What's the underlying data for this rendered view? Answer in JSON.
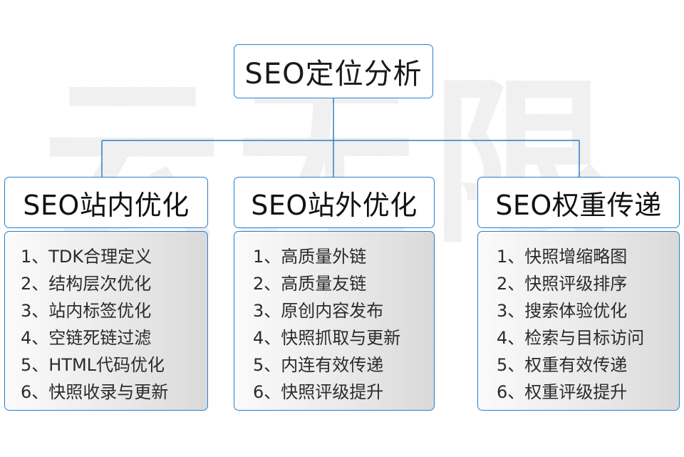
{
  "theme": {
    "border_blue": "#2a7fc9",
    "text_dark": "#1a1a1a",
    "panel_gradient_start": "#fbfbfb",
    "panel_gradient_end": "#d9d9d9",
    "background": "#ffffff",
    "watermark_color": "#ededed"
  },
  "watermark": {
    "text": "云无限"
  },
  "root": {
    "title": "SEO定位分析"
  },
  "columns": [
    {
      "header": "SEO站内优化",
      "items": [
        "1、TDK合理定义",
        "2、结构层次优化",
        "3、站内标签优化",
        "4、空链死链过滤",
        "5、HTML代码优化",
        "6、快照收录与更新"
      ]
    },
    {
      "header": "SEO站外优化",
      "items": [
        "1、高质量外链",
        "2、高质量友链",
        "3、原创内容发布",
        "4、快照抓取与更新",
        "5、内连有效传递",
        "6、快照评级提升"
      ]
    },
    {
      "header": "SEO权重传递",
      "items": [
        "1、快照增缩略图",
        "2、快照评级排序",
        "3、搜索体验优化",
        "4、检索与目标访问",
        "5、权重有效传递",
        "6、权重评级提升"
      ]
    }
  ]
}
